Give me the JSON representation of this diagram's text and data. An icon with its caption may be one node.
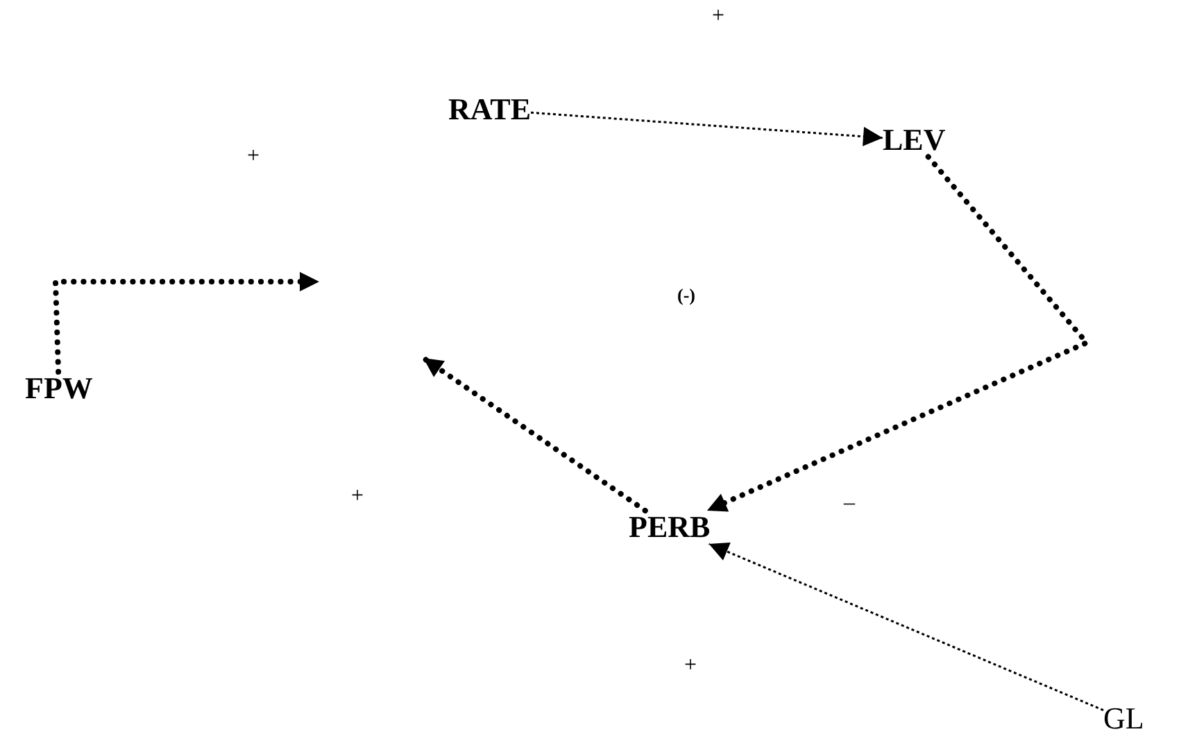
{
  "diagram": {
    "nodes": [
      {
        "text": [
          "RATE"
        ]
      },
      {
        "text": [
          "LEV"
        ]
      },
      {
        "text": [
          "FPW"
        ]
      },
      {
        "text": [
          "PERB"
        ]
      },
      {
        "text": [
          "GL"
        ]
      }
    ],
    "edges": [
      {
        "from": 0,
        "to": 1,
        "arrow": "to"
      },
      {
        "from": 1,
        "to": 3,
        "arrow": "to",
        "style": "dashed"
      },
      {
        "from": 4,
        "to": 3,
        "arrow": "to"
      },
      {
        "from": 3,
        "to": null,
        "arrow": "to",
        "style": "dashed"
      },
      {
        "from": 2,
        "to": null,
        "arrow": "to",
        "style": "dashed"
      }
    ],
    "labels": [
      "+",
      "+",
      "(-)",
      "+",
      "–",
      "+"
    ]
  }
}
